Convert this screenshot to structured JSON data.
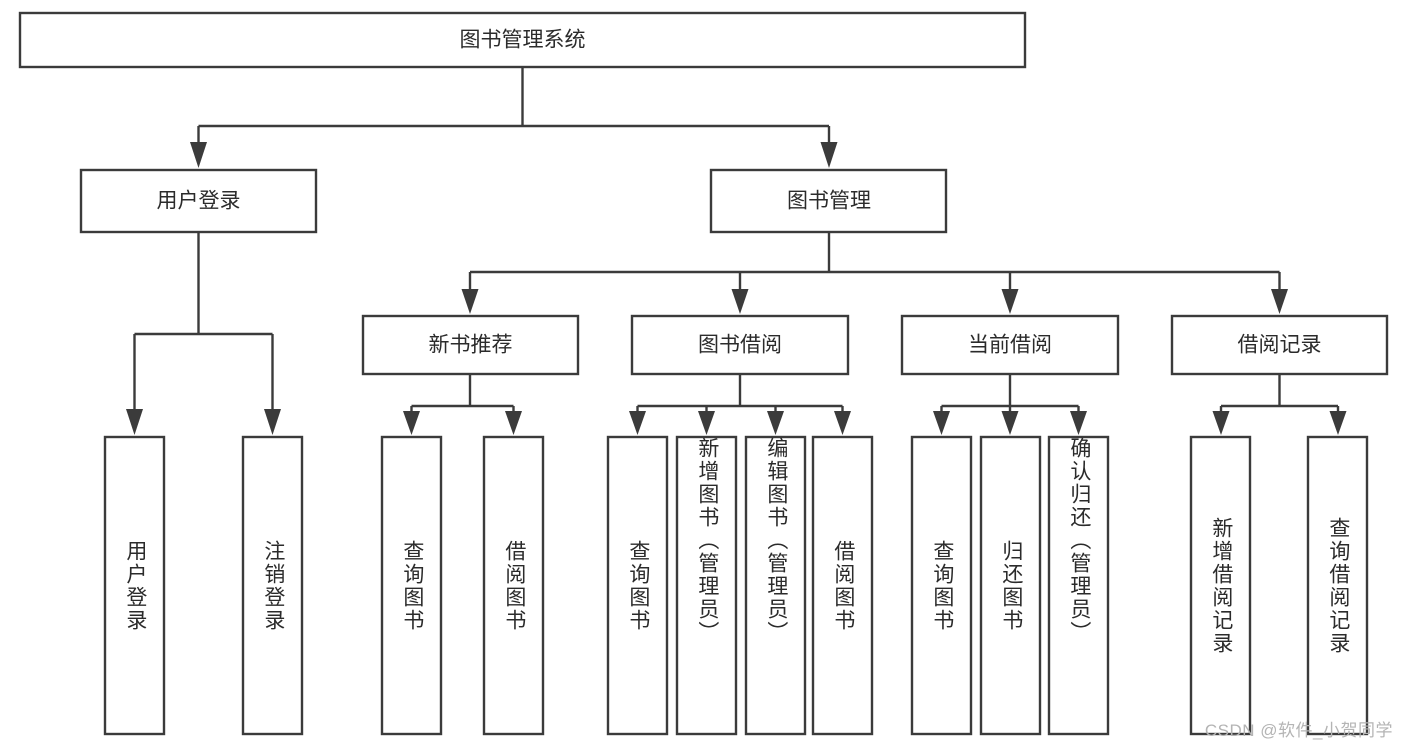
{
  "diagram": {
    "title": "图书管理系统",
    "type": "tree",
    "orientation": "top-down",
    "colors": {
      "box_stroke": "#3b3b3b",
      "box_fill": "#ffffff",
      "connector": "#3b3b3b",
      "label_text": "#2b2b2b",
      "watermark_text": "#b4b4b4",
      "background": "#ffffff"
    }
  },
  "nodes": {
    "root": {
      "id": "root",
      "label": "图书管理系统",
      "level": 0,
      "orientation": "horizontal"
    },
    "level1": [
      {
        "id": "user-login",
        "label": "用户登录",
        "level": 1,
        "orientation": "horizontal"
      },
      {
        "id": "book-manage",
        "label": "图书管理",
        "level": 1,
        "orientation": "horizontal"
      }
    ],
    "level2": [
      {
        "id": "new-book-recommend",
        "label": "新书推荐",
        "level": 2,
        "orientation": "horizontal",
        "parent": "book-manage"
      },
      {
        "id": "book-borrow",
        "label": "图书借阅",
        "level": 2,
        "orientation": "horizontal",
        "parent": "book-manage"
      },
      {
        "id": "current-borrow",
        "label": "当前借阅",
        "level": 2,
        "orientation": "horizontal",
        "parent": "book-manage"
      },
      {
        "id": "borrow-record",
        "label": "借阅记录",
        "level": 2,
        "orientation": "horizontal",
        "parent": "book-manage"
      }
    ],
    "leaves": [
      {
        "id": "leaf-user-login",
        "label": "用户登录",
        "parent": "user-login",
        "orientation": "vertical"
      },
      {
        "id": "leaf-logout-login",
        "label": "注销登录",
        "parent": "user-login",
        "orientation": "vertical"
      },
      {
        "id": "leaf-query-book-1",
        "label": "查询图书",
        "parent": "new-book-recommend",
        "orientation": "vertical"
      },
      {
        "id": "leaf-borrow-book-1",
        "label": "借阅图书",
        "parent": "new-book-recommend",
        "orientation": "vertical"
      },
      {
        "id": "leaf-query-book-2",
        "label": "查询图书",
        "parent": "book-borrow",
        "orientation": "vertical"
      },
      {
        "id": "leaf-add-book",
        "label": "新增图书（管理员）",
        "parent": "book-borrow",
        "orientation": "vertical"
      },
      {
        "id": "leaf-edit-book",
        "label": "编辑图书（管理员）",
        "parent": "book-borrow",
        "orientation": "vertical"
      },
      {
        "id": "leaf-borrow-book-2",
        "label": "借阅图书",
        "parent": "book-borrow",
        "orientation": "vertical"
      },
      {
        "id": "leaf-query-book-3",
        "label": "查询图书",
        "parent": "current-borrow",
        "orientation": "vertical"
      },
      {
        "id": "leaf-return-book",
        "label": "归还图书",
        "parent": "current-borrow",
        "orientation": "vertical"
      },
      {
        "id": "leaf-confirm-return",
        "label": "确认归还（管理员）",
        "parent": "current-borrow",
        "orientation": "vertical"
      },
      {
        "id": "leaf-add-record",
        "label": "新增借阅记录",
        "parent": "borrow-record",
        "orientation": "vertical"
      },
      {
        "id": "leaf-query-record",
        "label": "查询借阅记录",
        "parent": "borrow-record",
        "orientation": "vertical"
      }
    ]
  },
  "watermark": {
    "text": "CSDN @软件_小贺同学"
  }
}
